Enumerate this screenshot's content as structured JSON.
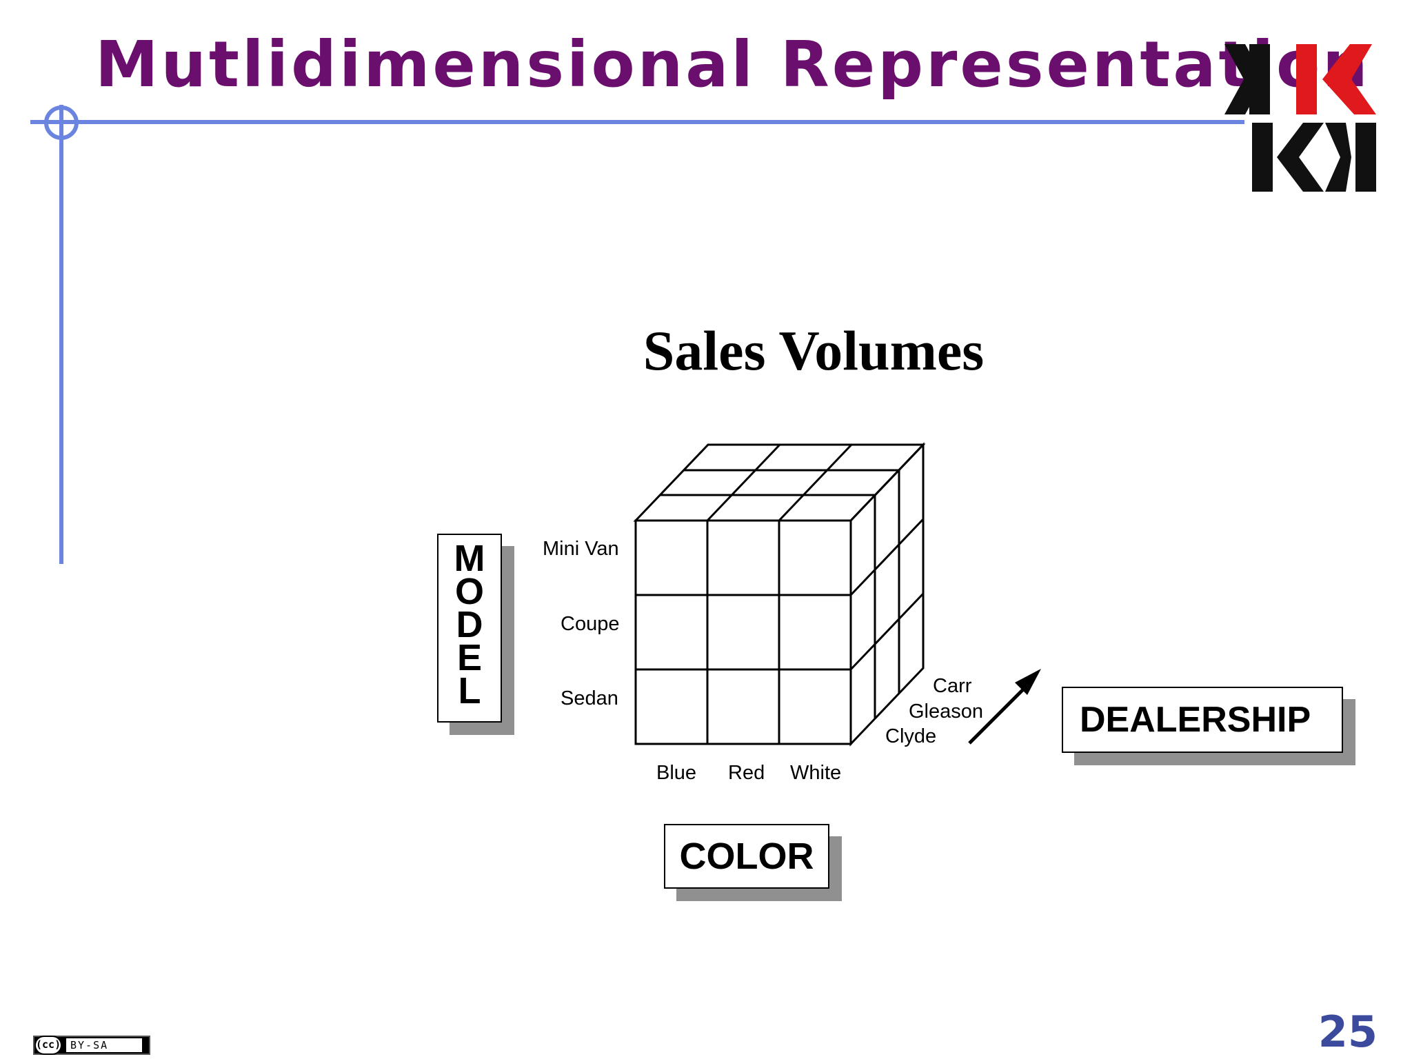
{
  "slide": {
    "title": "Mutlidimensional Representation",
    "page_number": "25",
    "license": {
      "cc": "(cc)",
      "text": "BY-SA"
    },
    "logo_icon": "kk-logo-icon",
    "colors": {
      "title": "#6b0f6e",
      "accent_line": "#6b84e0",
      "page_number": "#3b4a9c",
      "logo_red": "#e0191c",
      "shadow": "#909090"
    }
  },
  "diagram": {
    "title": "Sales Volumes",
    "dimensions": {
      "model": {
        "label": "MODEL",
        "letters": [
          "M",
          "O",
          "D",
          "E",
          "L"
        ],
        "members": [
          "Mini Van",
          "Coupe",
          "Sedan"
        ]
      },
      "color": {
        "label": "COLOR",
        "members": [
          "Blue",
          "Red",
          "White"
        ]
      },
      "dealership": {
        "label": "DEALERSHIP",
        "members": [
          "Carr",
          "Gleason",
          "Clyde"
        ]
      }
    }
  }
}
